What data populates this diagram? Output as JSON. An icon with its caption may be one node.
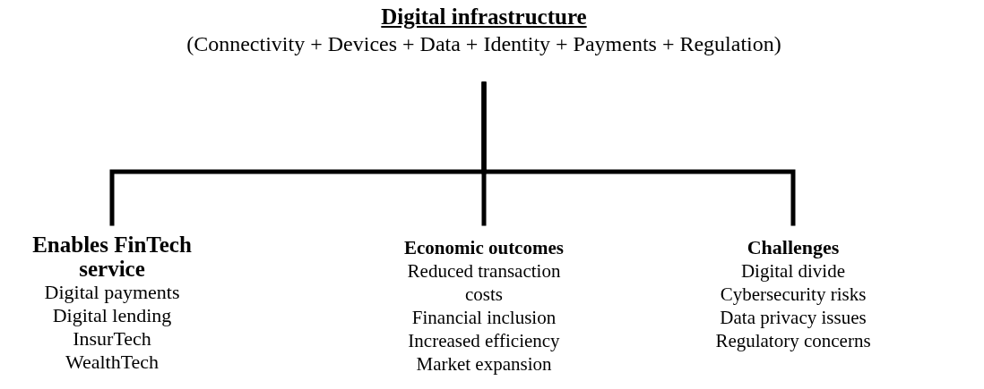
{
  "diagram": {
    "nodes": [
      {
        "text": [
          "Digital infrastructure",
          "(Connectivity + Devices + Data + Identity + Payments + Regulation)"
        ]
      },
      {
        "text": [
          "Enables FinTech service",
          "Digital payments",
          "Digital lending",
          "InsurTech",
          "WealthTech"
        ]
      },
      {
        "text": [
          "Economic outcomes",
          "Reduced transaction costs",
          "Financial inclusion",
          "Increased efficiency",
          "Market expansion"
        ]
      },
      {
        "text": [
          "Challenges",
          "Digital divide",
          "Cybersecurity risks",
          "Data privacy issues",
          "Regulatory concerns"
        ]
      }
    ],
    "edges": [
      {
        "from": 0,
        "to": 1,
        "arrow": "none"
      },
      {
        "from": 0,
        "to": 2,
        "arrow": "none"
      },
      {
        "from": 0,
        "to": 3,
        "arrow": "none"
      }
    ]
  }
}
